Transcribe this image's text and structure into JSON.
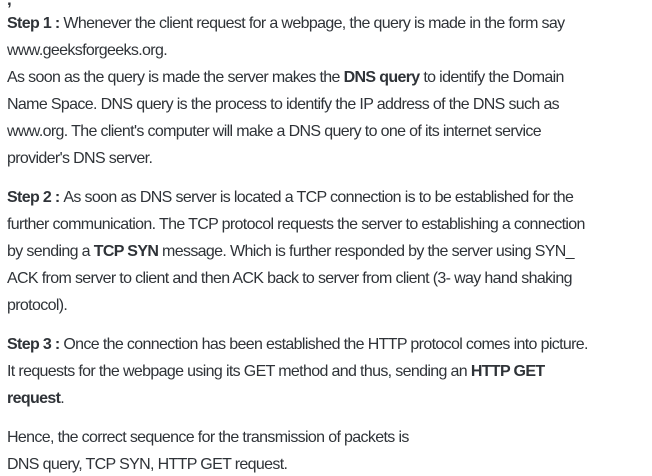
{
  "page": {
    "background": "#ffffff",
    "text_color": "#2f3338"
  },
  "article": {
    "clipped_fragment": ",",
    "paragraphs": [
      {
        "name": "step-1",
        "lines": [
          [
            {
              "t": "Step 1 : ",
              "b": true
            },
            {
              "t": "Whenever the client request for a webpage, the query is made in the form say"
            }
          ],
          [
            {
              "t": "www.geeksforgeeks.org."
            }
          ],
          [
            {
              "t": "As soon as the query is made the server makes the "
            },
            {
              "t": "DNS query",
              "b": true
            },
            {
              "t": " to identify the Domain"
            }
          ],
          [
            {
              "t": "Name Space. DNS query is the process to identify the IP address of the DNS such as"
            }
          ],
          [
            {
              "t": "www.org. The client's computer will make a DNS query to one of its internet service"
            }
          ],
          [
            {
              "t": "provider's DNS server."
            }
          ]
        ]
      },
      {
        "name": "step-2",
        "lines": [
          [
            {
              "t": "Step 2 : ",
              "b": true
            },
            {
              "t": "As soon as DNS server is located a TCP connection is to be established for the"
            }
          ],
          [
            {
              "t": "further communication. The TCP protocol requests the server to establishing a connection"
            }
          ],
          [
            {
              "t": "by sending a "
            },
            {
              "t": "TCP SYN",
              "b": true
            },
            {
              "t": " message. Which is further responded by the server using SYN_"
            }
          ],
          [
            {
              "t": "ACK from server to client and then ACK back to server from client (3- way hand shaking"
            }
          ],
          [
            {
              "t": "protocol)."
            }
          ]
        ]
      },
      {
        "name": "step-3",
        "lines": [
          [
            {
              "t": "Step 3 : ",
              "b": true
            },
            {
              "t": "Once the connection has been established the HTTP protocol comes into picture."
            }
          ],
          [
            {
              "t": "It requests for the webpage using its GET method and thus, sending an "
            },
            {
              "t": "HTTP GET",
              "b": true
            }
          ],
          [
            {
              "t": "request",
              "b": true
            },
            {
              "t": "."
            }
          ]
        ]
      },
      {
        "name": "conclusion",
        "lines": [
          [
            {
              "t": "Hence, the correct sequence for the transmission of packets is"
            }
          ],
          [
            {
              "t": "DNS query, TCP SYN, HTTP GET request."
            }
          ]
        ]
      }
    ]
  }
}
